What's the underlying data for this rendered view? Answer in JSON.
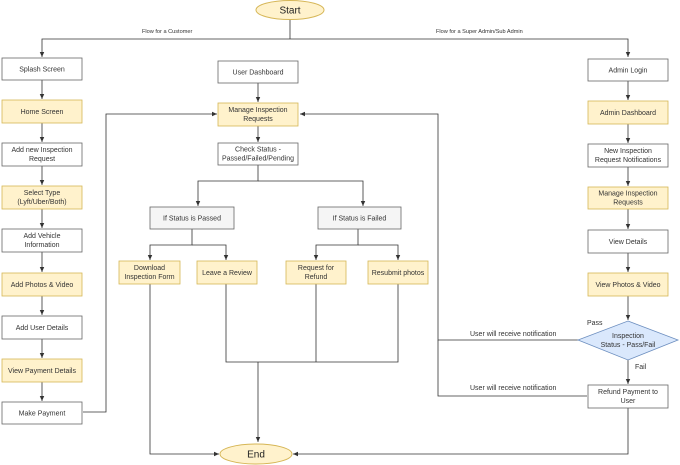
{
  "colors": {
    "yellow_fill": "#fff2cc",
    "yellow_stroke": "#d6b656",
    "white_fill": "#ffffff",
    "white_stroke": "#666666",
    "decision_fill": "#dae8fc",
    "decision_stroke": "#6c8ebf",
    "edge": "#333333"
  },
  "start": "Start",
  "end": "End",
  "flow_labels": {
    "customer": "Flow for a Customer",
    "admin": "Flow for a Super Admin/Sub Admin"
  },
  "customer": {
    "splash": "Splash Screen",
    "home": "Home Screen",
    "add_request": [
      "Add new Inspection",
      "Request"
    ],
    "select_type": [
      "Select Type",
      "(Lyft/Uber/Both)"
    ],
    "add_vehicle": [
      "Add Vehicle",
      "Information"
    ],
    "add_photos": "Add Photos & Video",
    "add_user": "Add User Details",
    "view_payment": "View Payment Details",
    "make_payment": "Make Payment"
  },
  "middle": {
    "user_dashboard": "User Dashboard",
    "manage": [
      "Manage Inspection",
      "Requests"
    ],
    "check_status": [
      "Check Status -",
      "Passed/Failed/Pending"
    ],
    "if_passed": "If Status is Passed",
    "if_failed": "If Status is Failed",
    "download": [
      "Download",
      "Inspection Form"
    ],
    "review": "Leave a Review",
    "refund_request": [
      "Request for",
      "Refund"
    ],
    "resubmit": "Resubmit photos"
  },
  "admin": {
    "login": "Admin Login",
    "dashboard": "Admin Dashboard",
    "notifications": [
      "New Inspection",
      "Request Notifications"
    ],
    "manage": [
      "Manage Inspection",
      "Requests"
    ],
    "view_details": "View Details",
    "view_photos": "View Photos & Video",
    "decision": [
      "Inspection",
      "Status - Pass/Fail"
    ],
    "pass": "Pass",
    "fail": "Fail",
    "notify_1": "User will receive notification",
    "notify_2": "User will receive notification",
    "refund_payment": [
      "Refund Payment to",
      "User"
    ]
  }
}
